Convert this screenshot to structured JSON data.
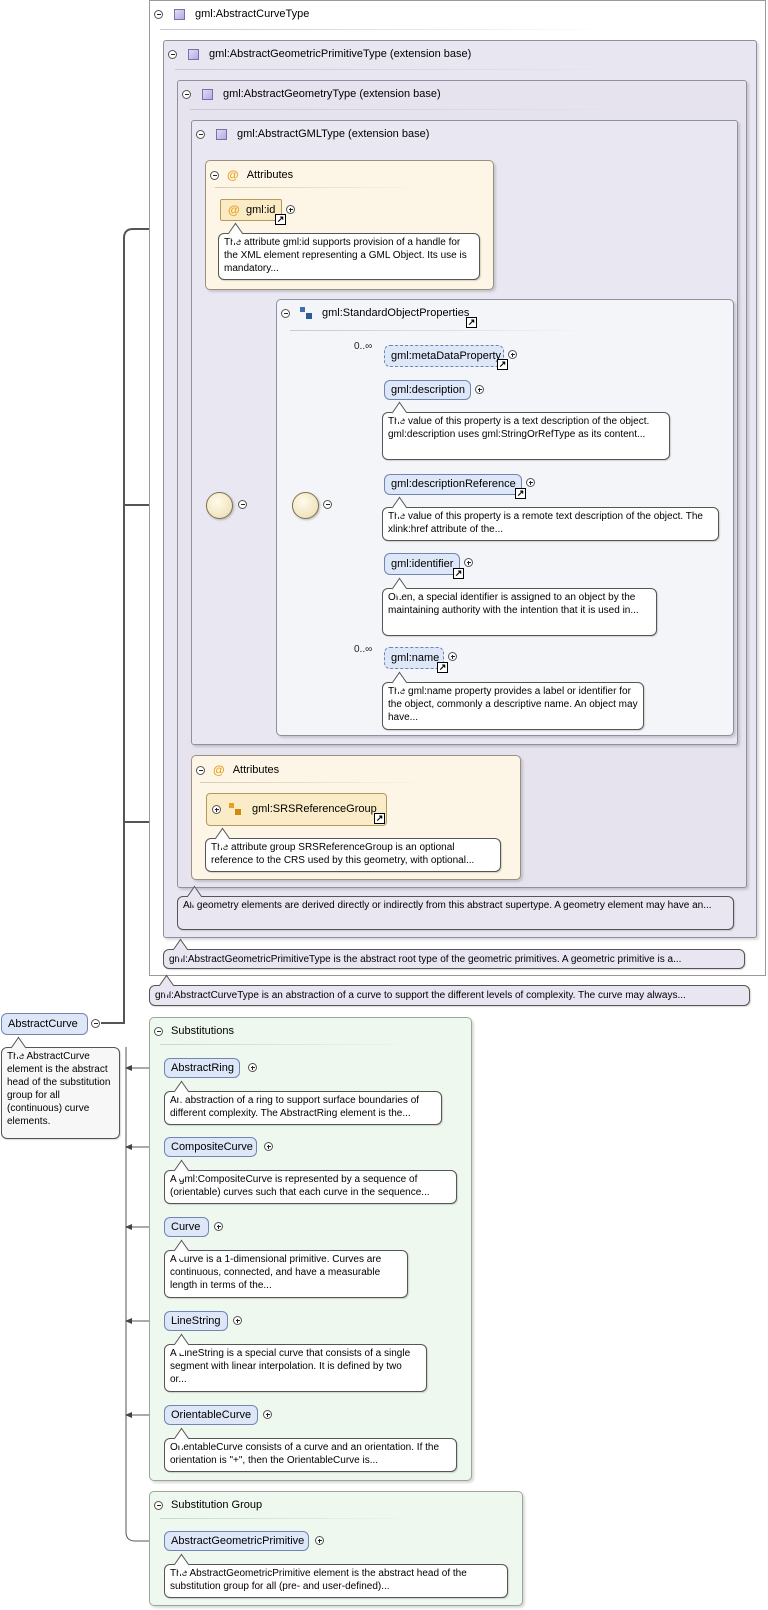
{
  "diagram": {
    "root_type": {
      "title": "gml:AbstractCurveType",
      "note": "gml:AbstractCurveType is an abstraction of a curve to support the different levels of complexity. The curve may always..."
    },
    "geometric_primitive": {
      "title": "gml:AbstractGeometricPrimitiveType (extension base)",
      "note": "gml:AbstractGeometricPrimitiveType is the abstract root type of the geometric primitives. A geometric primitive is a..."
    },
    "geometry": {
      "title": "gml:AbstractGeometryType (extension base)",
      "note": "All geometry elements are derived directly or indirectly from this abstract supertype. A geometry element may have an..."
    },
    "gml_type": {
      "title": "gml:AbstractGMLType (extension base)"
    },
    "attributes1": {
      "title": "Attributes",
      "id_label": "gml:id",
      "id_note": "The attribute gml:id supports provision of a handle for the XML element representing a GML Object. Its use is mandatory..."
    },
    "standard_props": {
      "title": "gml:StandardObjectProperties",
      "items": [
        {
          "label": "gml:metaDataProperty",
          "cardinality": "0..∞",
          "note": ""
        },
        {
          "label": "gml:description",
          "cardinality": "",
          "note": "The value of this property is a text description of the object. gml:description uses gml:StringOrRefType as its content..."
        },
        {
          "label": "gml:descriptionReference",
          "cardinality": "",
          "note": "The value of this property is a remote text description of the object. The xlink:href attribute of the..."
        },
        {
          "label": "gml:identifier",
          "cardinality": "",
          "note": "Often, a special identifier is assigned to an object by the maintaining authority with the intention that it is used in..."
        },
        {
          "label": "gml:name",
          "cardinality": "0..∞",
          "note": "The gml:name property provides a label or identifier for the object, commonly a descriptive name. An object may have..."
        }
      ]
    },
    "attributes2": {
      "title": "Attributes",
      "group_label": "gml:SRSReferenceGroup",
      "group_note": "The attribute group SRSReferenceGroup is an optional reference to the CRS used by this geometry, with optional..."
    },
    "element": {
      "label": "AbstractCurve",
      "note": "The AbstractCurve element is the abstract head of the substitution group for all (continuous) curve elements."
    },
    "substitutions": {
      "title": "Substitutions",
      "items": [
        {
          "label": "AbstractRing",
          "note": "An abstraction of a ring to support surface boundaries of different complexity. The AbstractRing element is the..."
        },
        {
          "label": "CompositeCurve",
          "note": "A gml:CompositeCurve is represented by a sequence of (orientable) curves such that each curve in the sequence..."
        },
        {
          "label": "Curve",
          "note": "A curve is a 1-dimensional primitive. Curves are continuous, connected, and have a measurable length in terms of the..."
        },
        {
          "label": "LineString",
          "note": "A LineString is a special curve that consists of a single segment with linear interpolation. It is defined by two or..."
        },
        {
          "label": "OrientableCurve",
          "note": "OrientableCurve consists of a curve and an orientation. If the orientation is \"+\", then the OrientableCurve is..."
        }
      ]
    },
    "substitution_group": {
      "title": "Substitution Group",
      "label": "AbstractGeometricPrimitive",
      "note": "The AbstractGeometricPrimitive element is the abstract head of the substitution group for all (pre- and user-defined)..."
    },
    "colors": {
      "type_bg": "#e8e6f0",
      "attr_bg": "#fdf6e6",
      "subs_bg": "#eef8ee",
      "element_bg": "#dde7f8",
      "attr_icon": "#e8a020"
    }
  }
}
